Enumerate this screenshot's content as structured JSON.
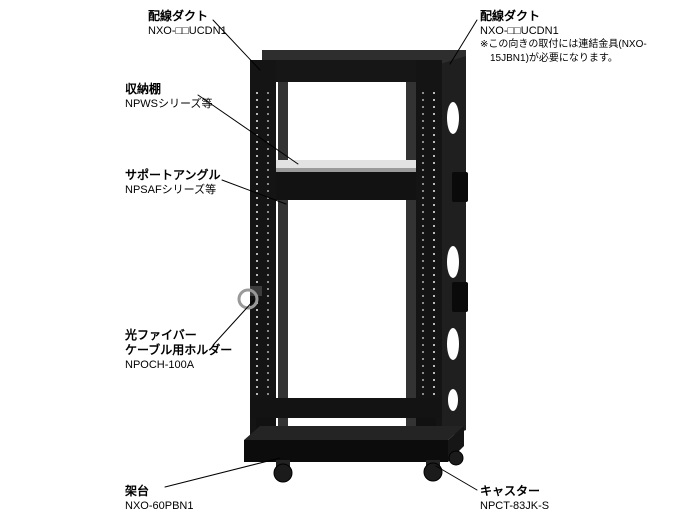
{
  "page": {
    "background": "#ffffff",
    "description_type": "product parts callout diagram"
  },
  "colors": {
    "rack_black": "#141414",
    "rack_mid": "#2a2a2a",
    "shelf_gray": "#e2e2e2",
    "label_text": "#000000",
    "leader_line": "#000000"
  },
  "labels": {
    "duct_left": {
      "title": "配線ダクト",
      "model": "NXO-□□UCDN1"
    },
    "duct_right": {
      "title": "配線ダクト",
      "model": "NXO-□□UCDN1",
      "note_line1": "※この向きの取付には連結金具(NXO-",
      "note_line2": "15JBN1)が必要になります。"
    },
    "shelf": {
      "title": "収納棚",
      "model": "NPWSシリーズ等"
    },
    "support_angle": {
      "title": "サポートアングル",
      "model": "NPSAFシリーズ等"
    },
    "fiber_holder": {
      "title_line1": "光ファイバー",
      "title_line2": "ケーブル用ホルダー",
      "model": "NPOCH-100A"
    },
    "base": {
      "title": "架台",
      "model": "NXO-60PBN1"
    },
    "caster": {
      "title": "キャスター",
      "model": "NPCT-83JK-S"
    }
  }
}
